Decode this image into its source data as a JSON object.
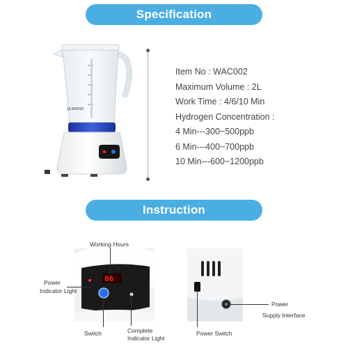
{
  "banners": {
    "specification": "Specification",
    "instruction": "Instruction"
  },
  "product": {
    "brand_mark": "QLIMIENG"
  },
  "specs": [
    "Item No : WAC002",
    "Maximum Volume : 2L",
    "Work Time : 4/6/10 Min",
    "Hydrogen Concentration :",
    "4 Min---300~500ppb",
    "6 Min---400~700ppb",
    "10 Min---600~1200ppb"
  ],
  "control_panel": {
    "display_value": "06",
    "labels": {
      "working_hours": "Working Hours",
      "power_indicator_line1": "Power",
      "power_indicator_line2": "Indicator Light",
      "switch": "Switch",
      "complete_line1": "Complete",
      "complete_line2": "Indicator Light"
    }
  },
  "rear_panel": {
    "labels": {
      "power_switch": "Power Switch",
      "power_line1": "Power",
      "power_line2": "Supply Interface"
    }
  },
  "colors": {
    "banner": "#4aaee3",
    "led": "#ff2a2a",
    "water_blue": "#2d4fd0"
  }
}
